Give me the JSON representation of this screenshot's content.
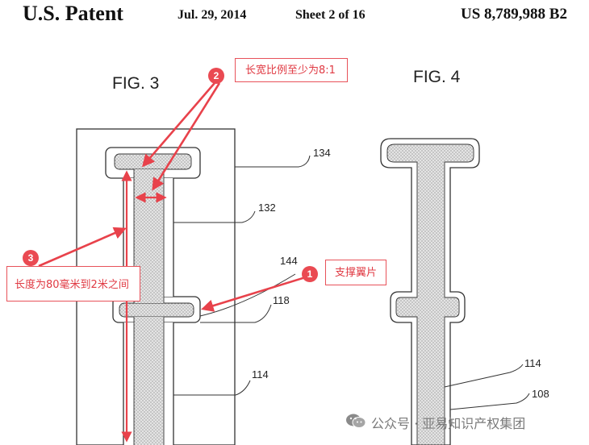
{
  "header": {
    "brand": "U.S. Patent",
    "date": "Jul. 29, 2014",
    "sheet": "Sheet 2 of 16",
    "patent_number": "US 8,789,988 B2"
  },
  "figures": {
    "fig3_label": "FIG. 3",
    "fig4_label": "FIG. 4"
  },
  "reference_numerals": {
    "r134": "134",
    "r132": "132",
    "r144": "144",
    "r118": "118",
    "r114_fig3": "114",
    "r114_fig4": "114",
    "r108": "108"
  },
  "annotations": [
    {
      "badge": "1",
      "text": "支撑翼片"
    },
    {
      "badge": "2",
      "text": "长宽比例至少为8:1"
    },
    {
      "badge": "3",
      "text": "长度为80毫米到2米之间"
    }
  ],
  "watermark": {
    "text": "公众号 · 亚易知识产权集团",
    "icon": "wechat-icon"
  },
  "colors": {
    "annotation_red": "#e8424b",
    "stipple_fill": "#dcdcdc",
    "line": "#333333"
  }
}
